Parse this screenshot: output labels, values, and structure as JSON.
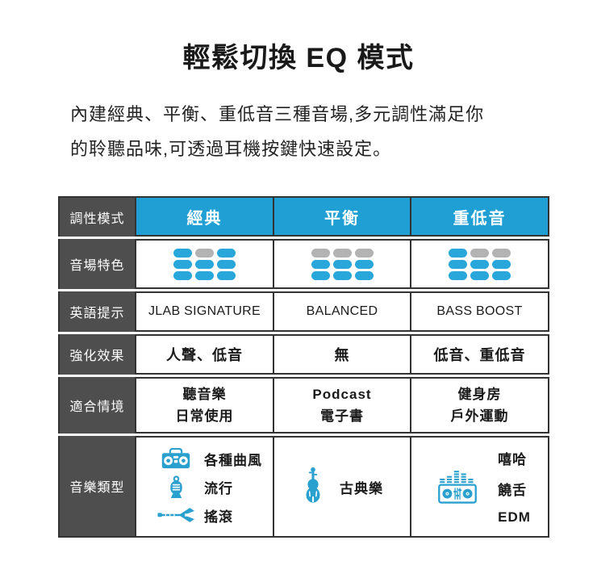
{
  "title": "輕鬆切換 EQ 模式",
  "description": {
    "line1": "內建經典、平衡、重低音三種音場,多元調性滿足你",
    "line2": "的聆聽品味,可透過耳機按鍵快速設定。"
  },
  "colors": {
    "accent_blue": "#1f9fd4",
    "pill_blue": "#29a6da",
    "pill_gray": "#b3b3b3",
    "icon_blue": "#2aa0cf",
    "header_gray": "#4e4e4e",
    "border": "#333333"
  },
  "table": {
    "corner_label": "調性模式",
    "columns": [
      "經典",
      "平衡",
      "重低音"
    ],
    "row_labels": {
      "sound": "音場特色",
      "english": "英語提示",
      "enhance": "強化效果",
      "situation": "適合情境",
      "music": "音樂類型"
    },
    "eq_patterns": {
      "classic": [
        1,
        0,
        1,
        1,
        1,
        1,
        1,
        1,
        1
      ],
      "balanced": [
        0,
        0,
        0,
        1,
        1,
        1,
        1,
        1,
        1
      ],
      "bass": [
        1,
        0,
        0,
        1,
        1,
        1,
        1,
        1,
        1
      ]
    },
    "english_row": [
      "JLAB SIGNATURE",
      "BALANCED",
      "BASS BOOST"
    ],
    "enhance_row": [
      "人聲、低音",
      "無",
      "低音、重低音"
    ],
    "situation_row": [
      {
        "line1": "聽音樂",
        "line2": "日常使用"
      },
      {
        "line1": "Podcast",
        "line2": "電子書"
      },
      {
        "line1": "健身房",
        "line2": "戶外運動"
      }
    ],
    "music_row": {
      "classic": [
        {
          "icon": "boombox-icon",
          "label": "各種曲風"
        },
        {
          "icon": "microphone-icon",
          "label": "流行"
        },
        {
          "icon": "guitar-icon",
          "label": "搖滾"
        }
      ],
      "balanced": {
        "icon": "violin-icon",
        "label": "古典樂"
      },
      "bass": {
        "icon": "dj-mixer-icon",
        "labels": [
          "嘻哈",
          "饒舌",
          "EDM"
        ]
      }
    }
  }
}
